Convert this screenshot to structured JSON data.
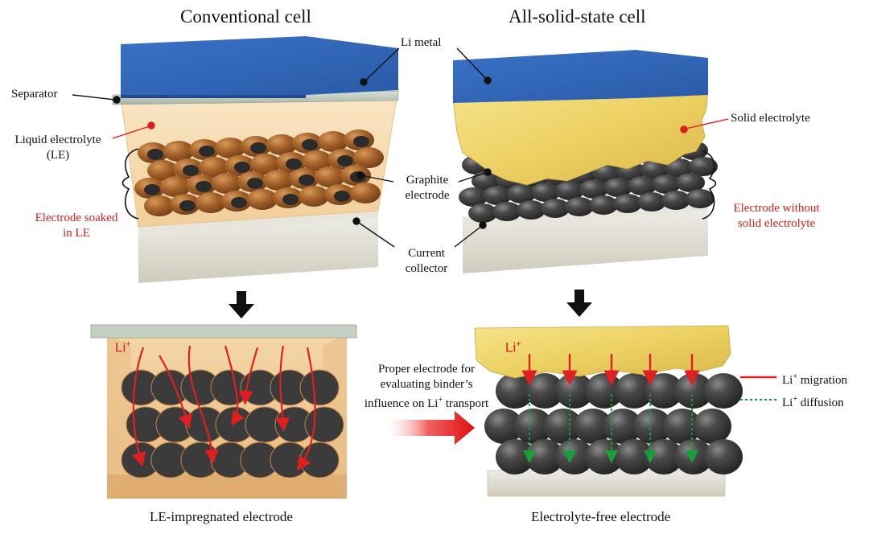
{
  "titles": {
    "conventional": "Conventional cell",
    "solid": "All-solid-state cell"
  },
  "labels": {
    "li_metal": "Li metal",
    "separator": "Separator",
    "liquid_electrolyte_1": "Liquid electrolyte",
    "liquid_electrolyte_2": "(LE)",
    "soaked_1": "Electrode soaked",
    "soaked_2": "in LE",
    "graphite_1": "Graphite",
    "graphite_2": "electrode",
    "current_1": "Current",
    "current_2": "collector",
    "solid_electrolyte": "Solid electrolyte",
    "without_1": "Electrode without",
    "without_2": "solid electrolyte",
    "proper_1": "Proper electrode for",
    "proper_2": "evaluating binder’s",
    "proper_3_pre": "influence on Li",
    "proper_3_sup": "+",
    "proper_3_post": " transport",
    "li_ion": "Li",
    "li_sup": "+",
    "legend_migration_pre": "Li",
    "legend_migration_sup": "+",
    "legend_migration_post": " migration",
    "legend_diffusion_pre": "Li",
    "legend_diffusion_sup": "+",
    "legend_diffusion_post": " diffusion"
  },
  "captions": {
    "left": "LE-impregnated electrode",
    "right": "Electrolyte-free electrode"
  },
  "colors": {
    "li_metal_blue": "#2f62b3",
    "separator_gray": "#c9d3c8",
    "liquid_tint": "#f4d9a8",
    "solid_yellow": "#f0d870",
    "graphite_dark": "#3a3a3a",
    "collector_beige": "#e3e0d6",
    "migration_red": "#e02020",
    "diffusion_green": "#1a9e3a",
    "label_red": "#d81e1e"
  }
}
